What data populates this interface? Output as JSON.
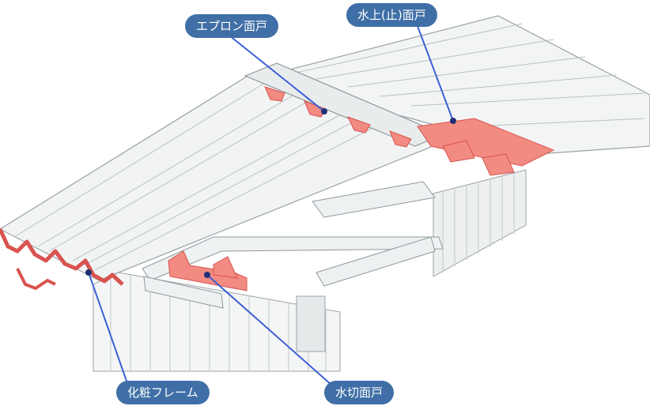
{
  "labels": {
    "apron": "エプロン面戸",
    "water_top": "水上(止)面戸",
    "fascia": "化粧フレーム",
    "water_cut": "水切面戸"
  },
  "colors": {
    "callout_bg": "#3f6fa6",
    "leader_line": "#3b5fd6",
    "seal_fill": "#f28b82",
    "seal_stroke": "#d9534f",
    "roof_fill": "#f2f4f4",
    "roof_line": "#9aa3a8"
  }
}
